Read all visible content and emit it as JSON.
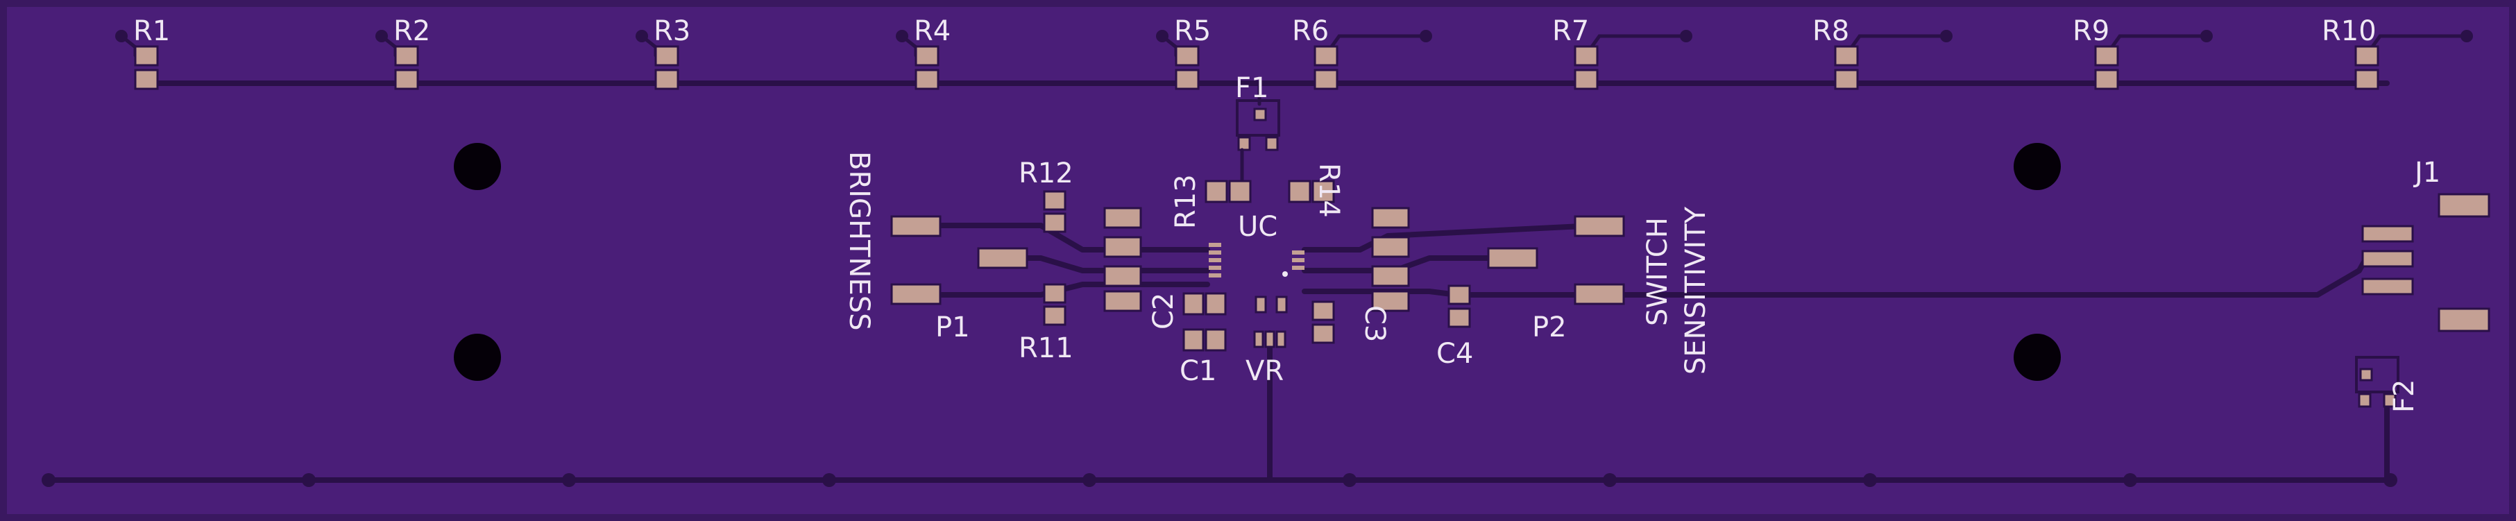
{
  "board": {
    "colors": {
      "substrate": "#3a1860",
      "copper": "#4a1e78",
      "trace": "#2a1048",
      "pad": "#c4a094",
      "silkscreen": "#f0e8f4",
      "hole": "#050008"
    }
  },
  "labels": {
    "r1": "R1",
    "r2": "R2",
    "r3": "R3",
    "r4": "R4",
    "r5": "R5",
    "r6": "R6",
    "r7": "R7",
    "r8": "R8",
    "r9": "R9",
    "r10": "R10",
    "r11": "R11",
    "r12": "R12",
    "r13": "R13",
    "r14": "R14",
    "f1": "F1",
    "f2": "F2",
    "j1": "J1",
    "uc": "UC",
    "c1": "C1",
    "c2": "C2",
    "c3": "C3",
    "c4": "C4",
    "vr": "VR",
    "p1": "P1",
    "p2": "P2",
    "brightness": "BRIGHTNESS",
    "switch": "SWITCH",
    "sensitivity": "SENSITIVITY"
  }
}
